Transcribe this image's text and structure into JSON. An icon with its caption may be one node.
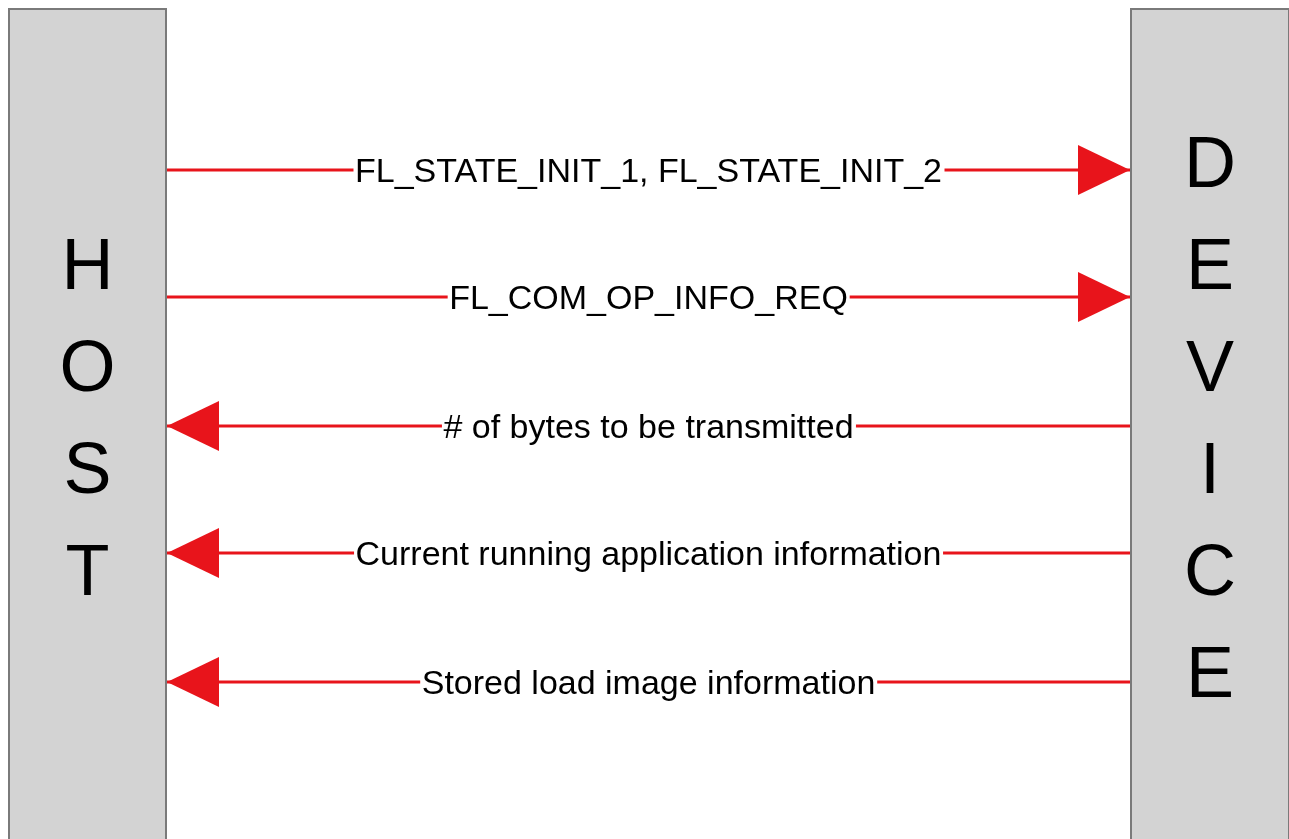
{
  "diagram": {
    "nodes": [
      {
        "text": [
          "HOST"
        ]
      },
      {
        "text": [
          "DEVICE"
        ]
      }
    ],
    "edges": [
      {
        "from": 0,
        "to": 1,
        "arrow": "to",
        "label": "FL_STATE_INIT_1, FL_STATE_INIT_2"
      },
      {
        "from": 0,
        "to": 1,
        "arrow": "to",
        "label": "FL_COM_OP_INFO_REQ"
      },
      {
        "from": 1,
        "to": 0,
        "arrow": "to",
        "label": "# of bytes to be transmitted"
      },
      {
        "from": 1,
        "to": 0,
        "arrow": "to",
        "label": "Current running application information"
      },
      {
        "from": 1,
        "to": 0,
        "arrow": "to",
        "label": "Stored load image information"
      }
    ]
  }
}
